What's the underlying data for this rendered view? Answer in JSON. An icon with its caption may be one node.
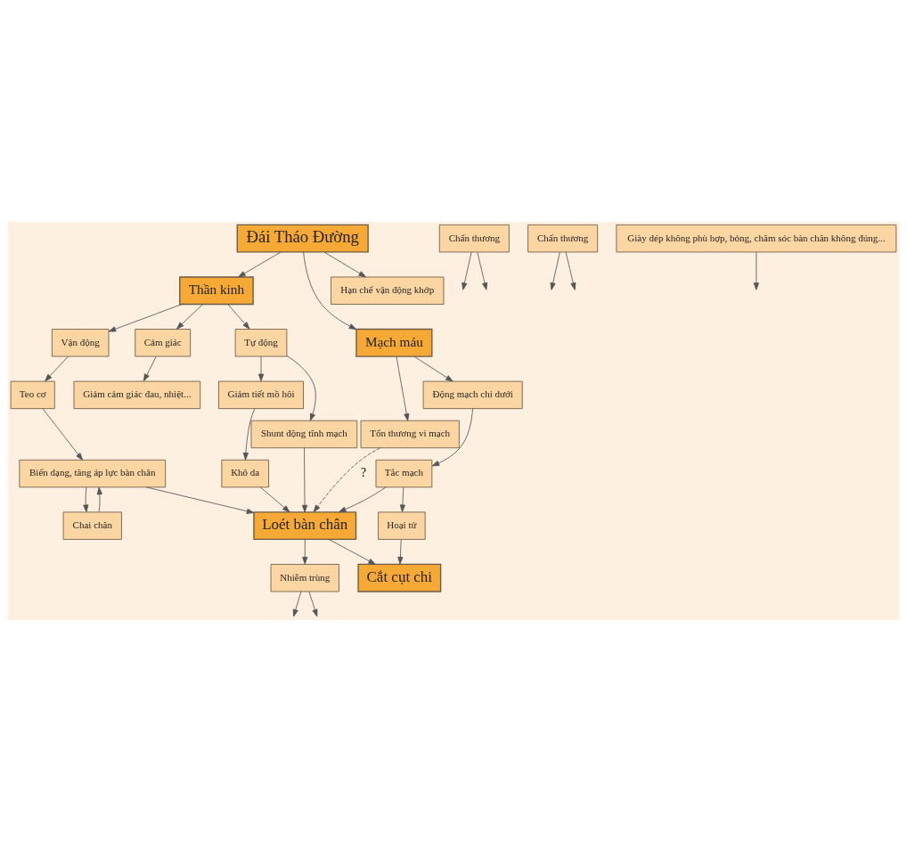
{
  "diagram": {
    "nodes": [
      {
        "text": [
          "Đái Tháo Đường"
        ]
      },
      {
        "text": [
          "Thần kinh"
        ]
      },
      {
        "text": [
          "Mạch máu"
        ]
      },
      {
        "text": [
          "Vận động"
        ]
      },
      {
        "text": [
          "Cảm giác"
        ]
      },
      {
        "text": [
          "Tự động"
        ]
      },
      {
        "text": [
          "Hạn chế vận động khớp"
        ]
      },
      {
        "text": [
          "Teo cơ"
        ]
      },
      {
        "text": [
          "Giảm cảm giác đau, nhiệt..."
        ]
      },
      {
        "text": [
          "Tổn thương vi mạch"
        ]
      },
      {
        "text": [
          "Động mạch chi dưới"
        ]
      },
      {
        "text": [
          "Giảm tiết mồ hôi"
        ]
      },
      {
        "text": [
          "Shunt động tĩnh mạch"
        ]
      },
      {
        "text": [
          "Khô da"
        ]
      },
      {
        "text": [
          "Biến dạng, tăng áp lực bàn chân"
        ]
      },
      {
        "text": [
          "Tắc mạch"
        ]
      },
      {
        "text": [
          "Chai chân"
        ]
      },
      {
        "text": [
          "Chấn thương"
        ]
      },
      {
        "text": [
          "Chấn thương"
        ]
      },
      {
        "text": [
          "Hoại tử"
        ]
      },
      {
        "text": [
          "Giày dép không phù hợp, bỏng, chăm sóc bàn chân không đúng..."
        ]
      },
      {
        "text": [
          "Loét bàn chân"
        ]
      },
      {
        "text": [
          "Nhiễm trùng"
        ]
      },
      {
        "text": [
          "Cắt cụt chi"
        ]
      }
    ],
    "edges": [
      {
        "from": 0,
        "to": 1,
        "arrow": "to"
      },
      {
        "from": 0,
        "to": 2,
        "arrow": "to"
      },
      {
        "from": 0,
        "to": 6,
        "arrow": "to"
      },
      {
        "from": 1,
        "to": 3,
        "arrow": "to"
      },
      {
        "from": 1,
        "to": 4,
        "arrow": "to"
      },
      {
        "from": 1,
        "to": 5,
        "arrow": "to"
      },
      {
        "from": 2,
        "to": 9,
        "arrow": "to"
      },
      {
        "from": 2,
        "to": 10,
        "arrow": "to"
      },
      {
        "from": 3,
        "to": 7,
        "arrow": "to"
      },
      {
        "from": 4,
        "to": 8,
        "arrow": "to"
      },
      {
        "from": 5,
        "to": 11,
        "arrow": "to"
      },
      {
        "from": 5,
        "to": 12,
        "arrow": "to"
      },
      {
        "from": 7,
        "to": 14,
        "arrow": "to"
      },
      {
        "from": 11,
        "to": 13,
        "arrow": "to"
      },
      {
        "from": 14,
        "to": 16,
        "arrow": "to"
      },
      {
        "from": 16,
        "to": 14,
        "arrow": "to"
      },
      {
        "from": 10,
        "to": 15,
        "arrow": "to"
      },
      {
        "from": 15,
        "to": 19,
        "arrow": "to"
      },
      {
        "from": 13,
        "to": 21,
        "arrow": "to"
      },
      {
        "from": 12,
        "to": 21,
        "arrow": "to"
      },
      {
        "from": 14,
        "to": 21,
        "arrow": "to"
      },
      {
        "from": 17,
        "to": null,
        "arrow": "to"
      },
      {
        "from": 17,
        "to": null,
        "arrow": "to"
      },
      {
        "from": 18,
        "to": null,
        "arrow": "to"
      },
      {
        "from": 18,
        "to": null,
        "arrow": "to"
      },
      {
        "from": 20,
        "to": null,
        "arrow": "to"
      },
      {
        "from": 9,
        "to": 21,
        "arrow": "to",
        "style": "dashed",
        "label": "?"
      },
      {
        "from": 15,
        "to": 21,
        "arrow": "to"
      },
      {
        "from": 21,
        "to": 22,
        "arrow": "to"
      },
      {
        "from": 22,
        "to": null,
        "arrow": "to"
      },
      {
        "from": 22,
        "to": null,
        "arrow": "to"
      },
      {
        "from": 21,
        "to": 23,
        "arrow": "to"
      },
      {
        "from": 19,
        "to": 23,
        "arrow": "to"
      }
    ]
  }
}
